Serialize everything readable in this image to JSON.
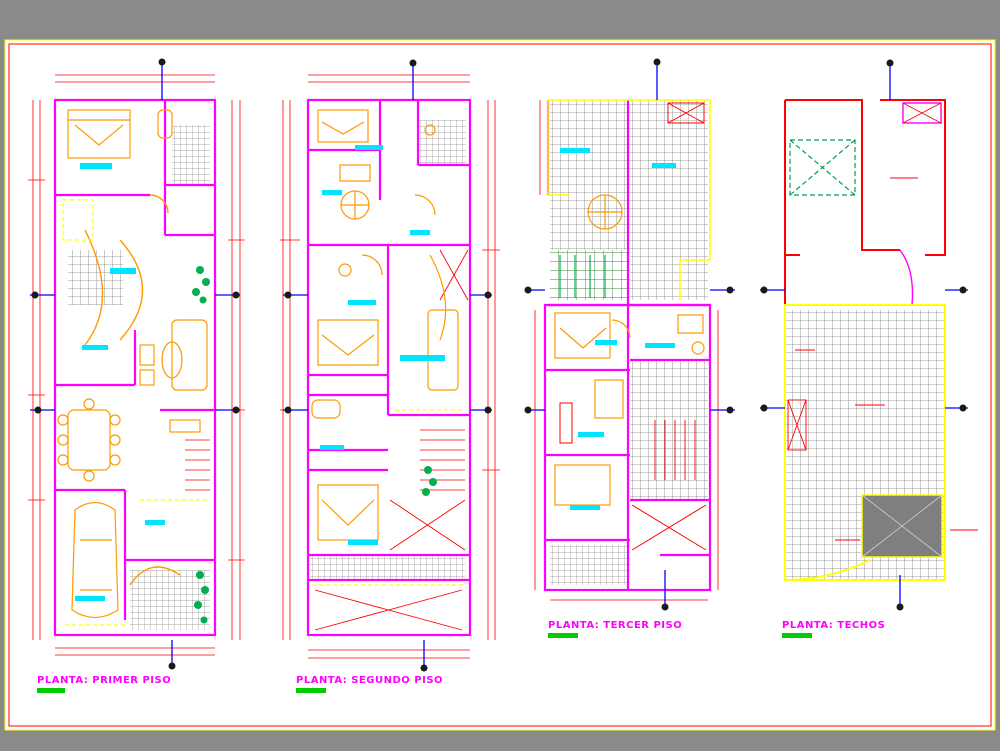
{
  "plans": [
    {
      "id": "first",
      "title": "PLANTA: PRIMER PISO"
    },
    {
      "id": "second",
      "title": "PLANTA: SEGUNDO PISO"
    },
    {
      "id": "third",
      "title": "PLANTA: TERCER PISO"
    },
    {
      "id": "roof",
      "title": "PLANTA: TECHOS"
    }
  ],
  "colors": {
    "background": "#8a8a8a",
    "sheet": "#ffffff",
    "wall": "#ff00ff",
    "dimension": "#ff0000",
    "furniture": "#ff9900",
    "hatch": "#7d7d7d",
    "tag": "#00e5ff",
    "text": "#ffff00",
    "plant": "#00b050",
    "axis": "#0000ff"
  }
}
